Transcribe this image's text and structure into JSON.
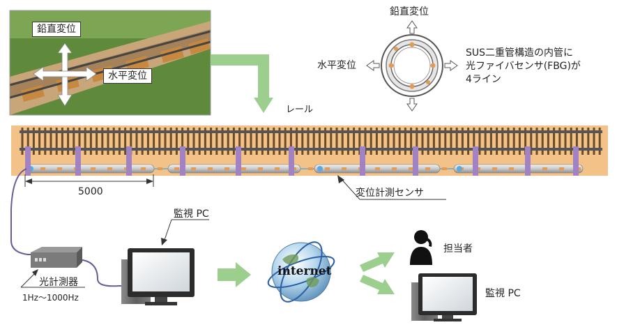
{
  "photo_inset": {
    "vertical_label": "鉛直変位",
    "horizontal_label": "水平変位"
  },
  "cross_section": {
    "vertical_label": "鉛直変位",
    "horizontal_label": "水平変位",
    "description_lines": [
      "SUS二重管構造の内管に",
      "光ファイバセンサ(FBG)が",
      "4ライン"
    ]
  },
  "rail": {
    "label": "レール",
    "span_label": "5000",
    "sensor_label": "変位計測センサ"
  },
  "instrument": {
    "name": "光計測器",
    "frequency": "1Hz〜1000Hz"
  },
  "monitor_pc_left": {
    "label": "監視 PC"
  },
  "internet": {
    "label": "internet"
  },
  "recipients": {
    "person_label": "担当者",
    "pc_label": "監視 PC"
  },
  "colors": {
    "ballast": "#f2c288",
    "arrow_green": "#9ccf8e",
    "clamp": "#a183c3",
    "cable": "#6a5a9a",
    "fiber_blue": "#5aa9e0"
  }
}
